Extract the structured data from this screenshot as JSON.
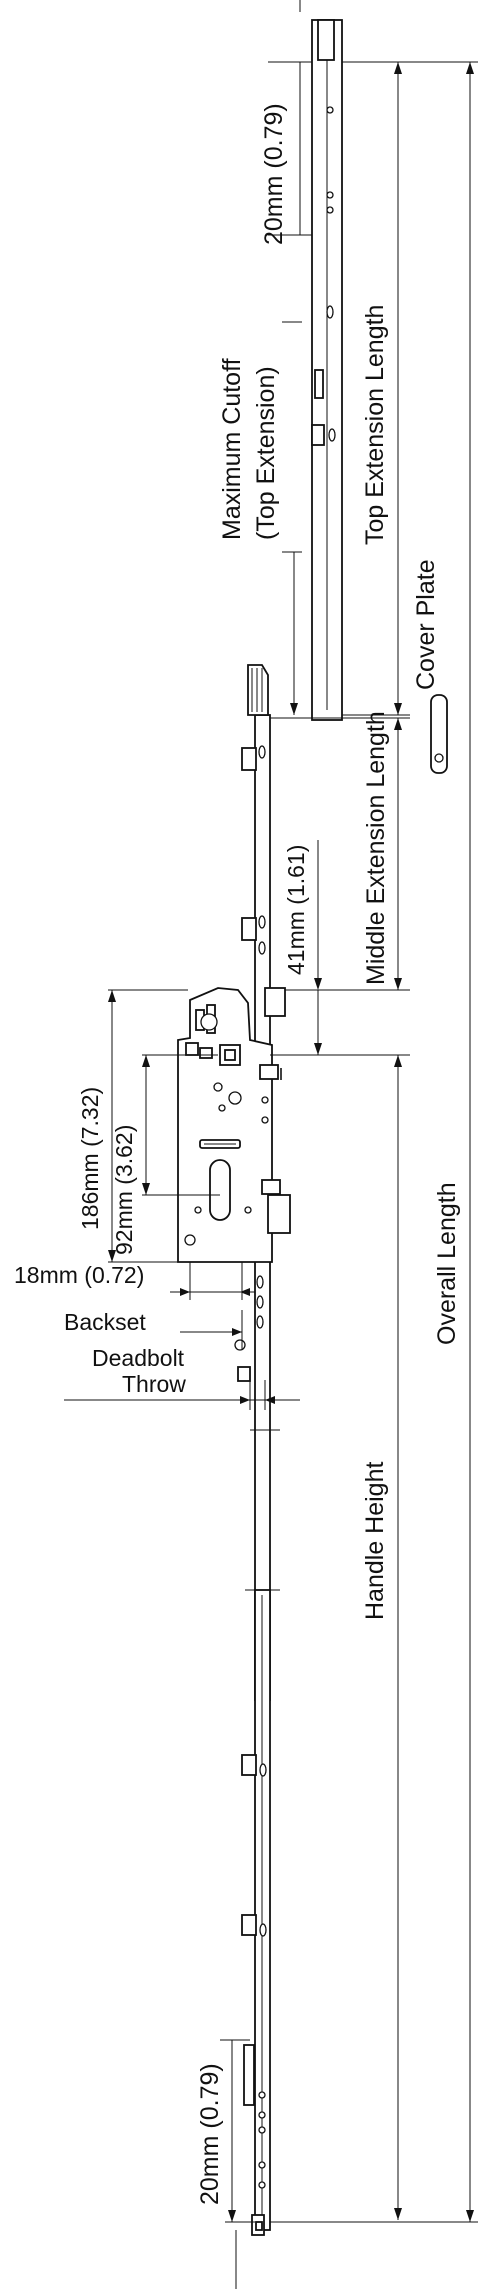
{
  "labels": {
    "top_dim": "20mm (0.79)",
    "max_cutoff_line1": "Maximum Cutoff",
    "max_cutoff_line2": "(Top Extension)",
    "top_extension_length": "Top Extension Length",
    "cover_plate": "Cover Plate",
    "middle_extension_length": "Middle Extension Length",
    "dim_41": "41mm (1.61)",
    "dim_186": "186mm (7.32)",
    "dim_92": "92mm (3.62)",
    "dim_18": "18mm (0.72)",
    "backset": "Backset",
    "deadbolt_line1": "Deadbolt",
    "deadbolt_line2": "Throw",
    "overall_length": "Overall Length",
    "handle_height": "Handle Height",
    "bottom_dim": "20mm (0.79)"
  },
  "colors": {
    "line": "#111111",
    "background": "#ffffff"
  }
}
